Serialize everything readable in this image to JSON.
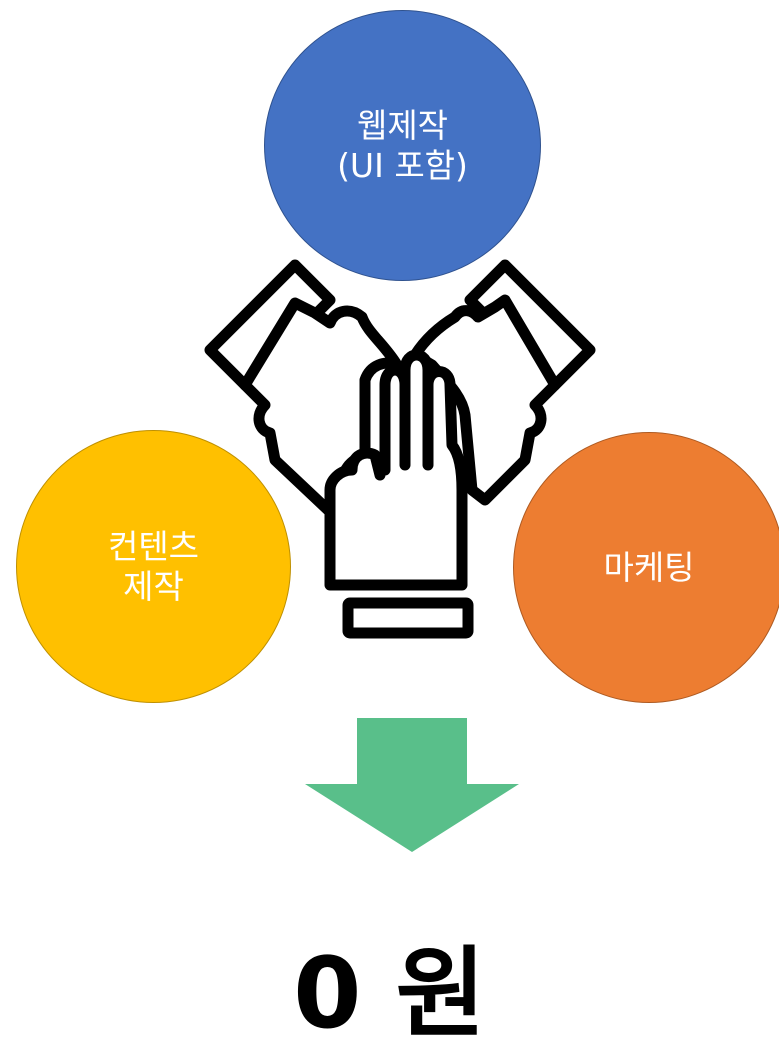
{
  "circles": {
    "web": {
      "line1": "웹제작",
      "line2": "(UI 포함)",
      "color": "#4472c4"
    },
    "content": {
      "line1": "컨텐츠",
      "line2": "제작",
      "color": "#ffc000"
    },
    "marketing": {
      "line1": "마케팅",
      "color": "#ed7d31"
    }
  },
  "icons": {
    "center": "teamwork-hands-icon",
    "arrow": "down-arrow-icon"
  },
  "arrow_color": "#59bf8a",
  "result": {
    "price": "0 원"
  }
}
